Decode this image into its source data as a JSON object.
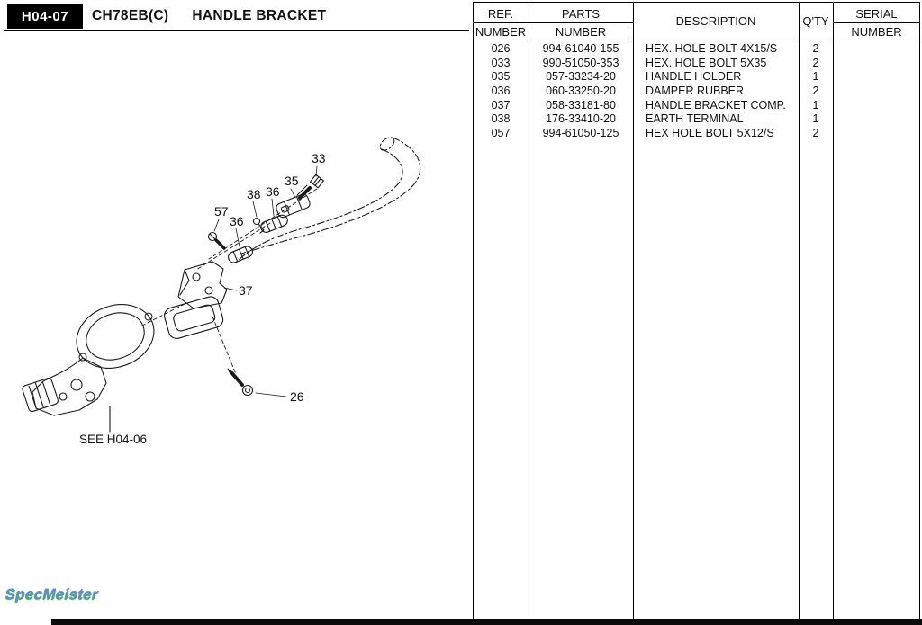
{
  "page": {
    "code": "H04-07",
    "model": "CH78EB(C)",
    "name": "HANDLE BRACKET",
    "see_ref": "SEE H04-06",
    "watermark": "SpecMeister"
  },
  "table": {
    "headers": {
      "ref1": "REF.",
      "ref2": "NUMBER",
      "parts1": "PARTS",
      "parts2": "NUMBER",
      "description": "DESCRIPTION",
      "qty": "Q'TY",
      "serial1": "SERIAL",
      "serial2": "NUMBER"
    },
    "rows": [
      {
        "ref": "026",
        "part": "994-61040-155",
        "desc": "HEX. HOLE BOLT 4X15/S",
        "qty": "2"
      },
      {
        "ref": "033",
        "part": "990-51050-353",
        "desc": "HEX. HOLE BOLT 5X35",
        "qty": "2"
      },
      {
        "ref": "035",
        "part": "057-33234-20",
        "desc": "HANDLE HOLDER",
        "qty": "1"
      },
      {
        "ref": "036",
        "part": "060-33250-20",
        "desc": "DAMPER RUBBER",
        "qty": "2"
      },
      {
        "ref": "037",
        "part": "058-33181-80",
        "desc": "HANDLE BRACKET COMP.",
        "qty": "1"
      },
      {
        "ref": "038",
        "part": "176-33410-20",
        "desc": "EARTH TERMINAL",
        "qty": "1"
      },
      {
        "ref": "057",
        "part": "994-61050-125",
        "desc": "HEX HOLE BOLT 5X12/S",
        "qty": "2"
      }
    ]
  },
  "callouts": [
    {
      "label": "33"
    },
    {
      "label": "38"
    },
    {
      "label": "36"
    },
    {
      "label": "35"
    },
    {
      "label": "57"
    },
    {
      "label": "36"
    },
    {
      "label": "37"
    },
    {
      "label": "26"
    }
  ]
}
